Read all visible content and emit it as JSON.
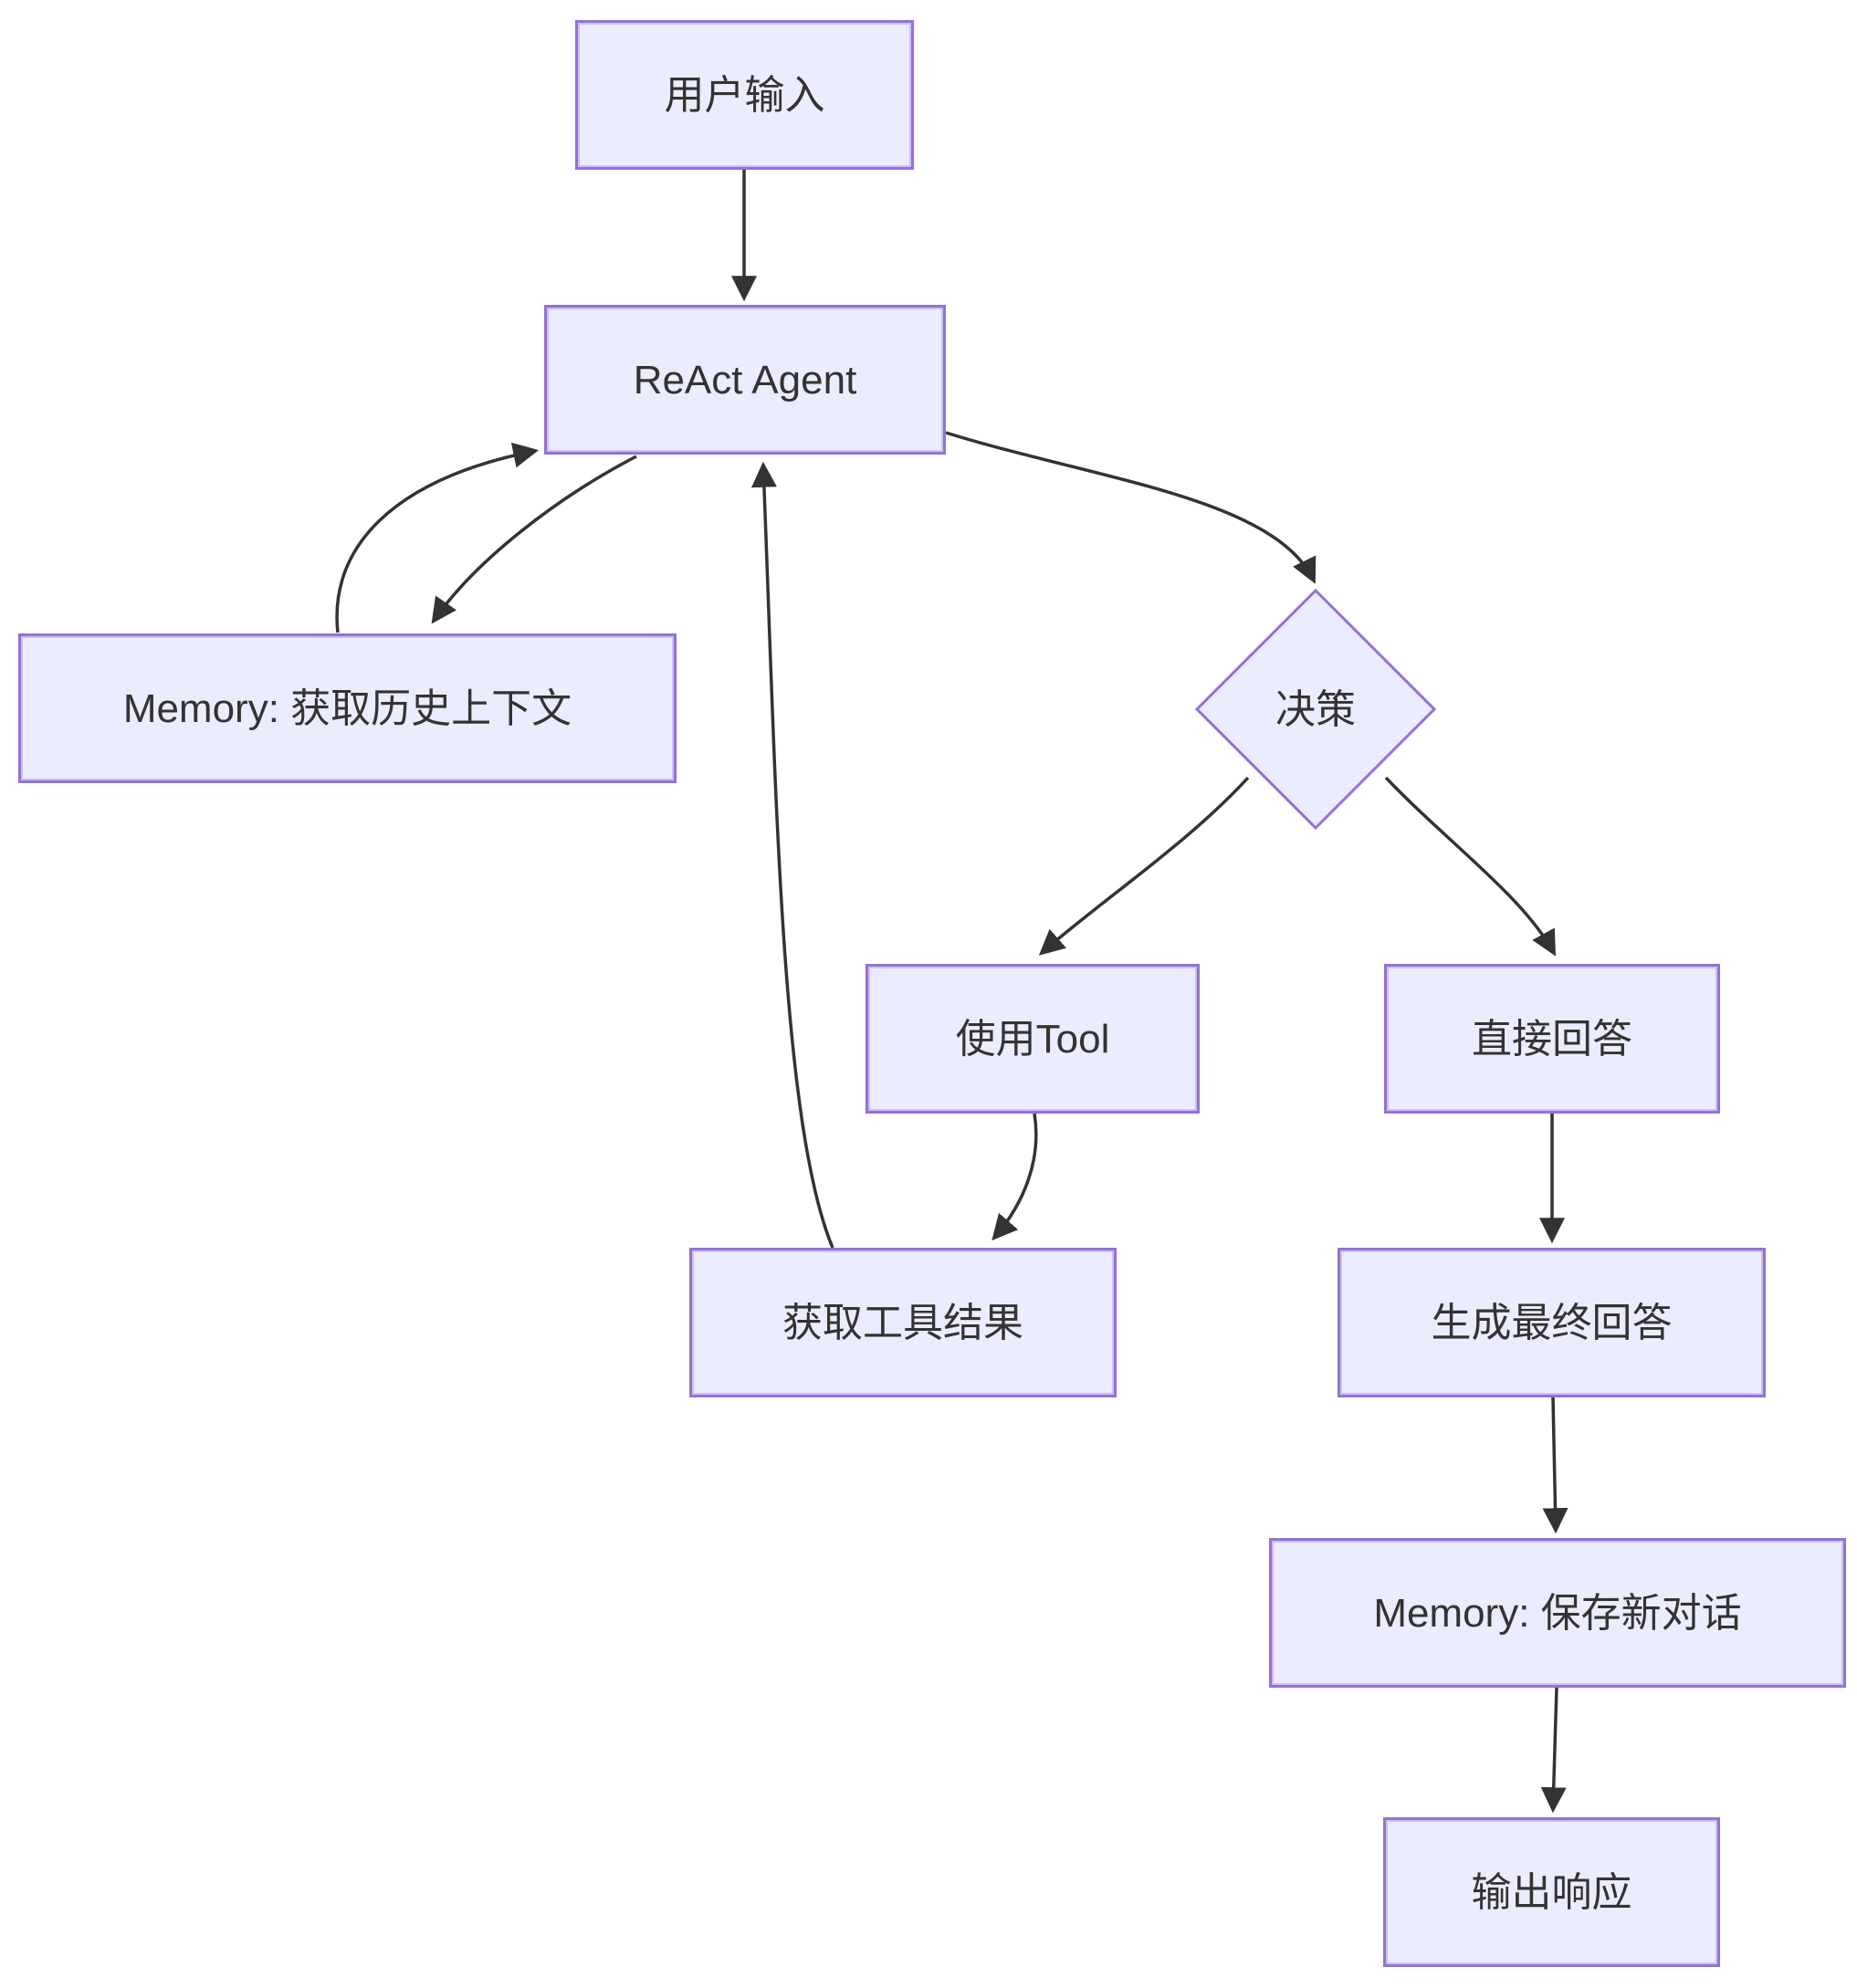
{
  "diagram": {
    "type": "flowchart",
    "nodes": {
      "user_input": {
        "label": "用户输入",
        "shape": "rect"
      },
      "react_agent": {
        "label": "ReAct Agent",
        "shape": "rect"
      },
      "memory_get": {
        "label": "Memory: 获取历史上下文",
        "shape": "rect"
      },
      "decision": {
        "label": "决策",
        "shape": "diamond"
      },
      "use_tool": {
        "label": "使用Tool",
        "shape": "rect"
      },
      "direct_answer": {
        "label": "直接回答",
        "shape": "rect"
      },
      "tool_result": {
        "label": "获取工具结果",
        "shape": "rect"
      },
      "final_answer": {
        "label": "生成最终回答",
        "shape": "rect"
      },
      "memory_save": {
        "label": "Memory: 保存新对话",
        "shape": "rect"
      },
      "output": {
        "label": "输出响应",
        "shape": "rect"
      }
    },
    "edges": [
      {
        "from": "user_input",
        "to": "react_agent"
      },
      {
        "from": "react_agent",
        "to": "memory_get"
      },
      {
        "from": "memory_get",
        "to": "react_agent"
      },
      {
        "from": "react_agent",
        "to": "decision"
      },
      {
        "from": "decision",
        "to": "use_tool"
      },
      {
        "from": "decision",
        "to": "direct_answer"
      },
      {
        "from": "use_tool",
        "to": "tool_result"
      },
      {
        "from": "tool_result",
        "to": "react_agent"
      },
      {
        "from": "direct_answer",
        "to": "final_answer"
      },
      {
        "from": "final_answer",
        "to": "memory_save"
      },
      {
        "from": "memory_save",
        "to": "output"
      }
    ],
    "colors": {
      "node_fill": "#ECECFF",
      "node_border": "#9370DB",
      "edge": "#333333",
      "text": "#333333",
      "background": "#ffffff"
    }
  }
}
